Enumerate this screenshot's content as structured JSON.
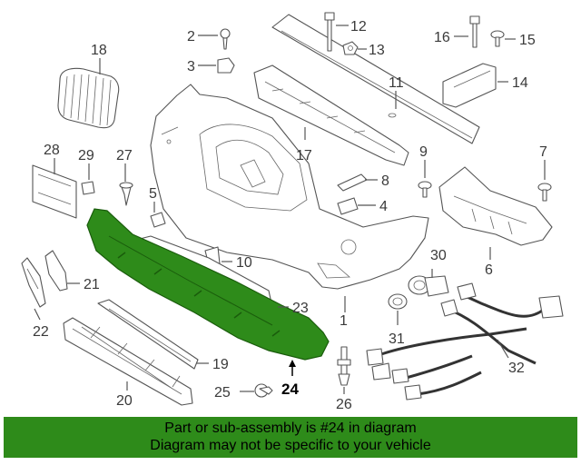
{
  "diagram": {
    "highlighted_part": "24",
    "highlight_color": "#2e8b1a",
    "callouts": [
      "1",
      "2",
      "3",
      "4",
      "5",
      "6",
      "7",
      "8",
      "9",
      "10",
      "11",
      "12",
      "13",
      "14",
      "15",
      "16",
      "17",
      "18",
      "19",
      "20",
      "21",
      "22",
      "23",
      "24",
      "25",
      "26",
      "27",
      "28",
      "29",
      "30",
      "31",
      "32"
    ]
  },
  "footer": {
    "background": "#2e8b1a",
    "line1": "Part or sub-assembly is #24 in diagram",
    "line2": "Diagram may not be specific to your vehicle"
  }
}
